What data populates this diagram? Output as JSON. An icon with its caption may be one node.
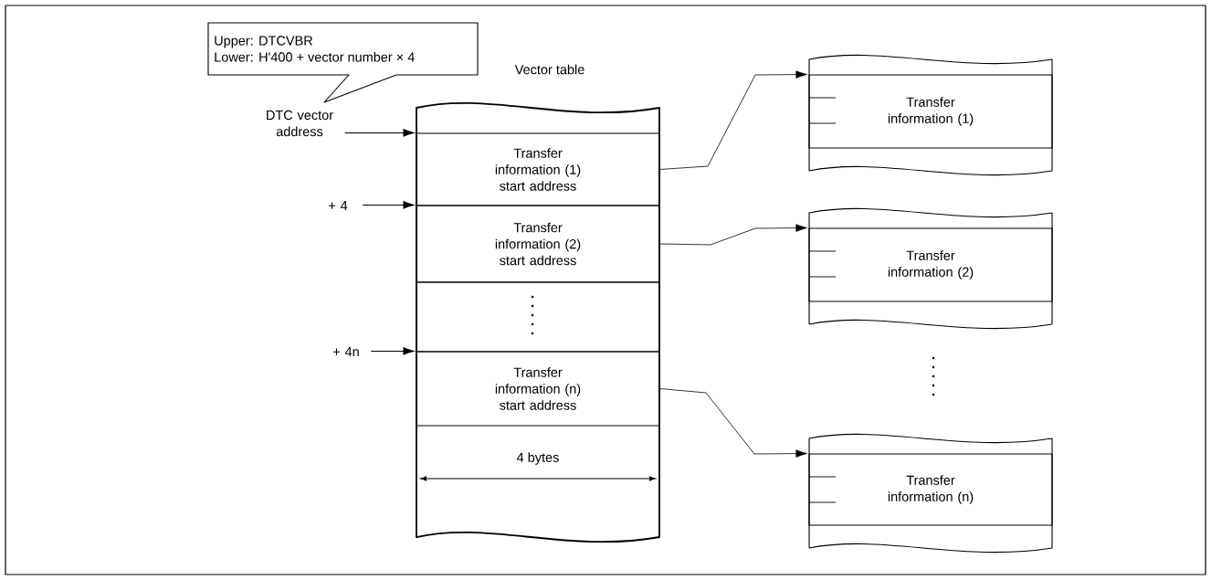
{
  "diagram": {
    "nodes": [
      {
        "text": [
          "Upper: DTCVBR",
          "Lower: H'400 + vector number × 4"
        ]
      },
      {
        "text": [
          "DTC vector address"
        ]
      },
      {
        "text": [
          "+ 4"
        ]
      },
      {
        "text": [
          "+ 4n"
        ]
      },
      {
        "text": [
          "Vector table"
        ]
      },
      {
        "text": [
          "Transfer information (1) start address"
        ],
        "in": 4
      },
      {
        "text": [
          "Transfer information (2) start address"
        ],
        "in": 4
      },
      {
        "text": [],
        "shape": "box",
        "in": 4
      },
      {
        "text": [
          "Transfer information (n) start address"
        ],
        "in": 4
      },
      {
        "text": [
          "Transfer information (1)"
        ]
      },
      {
        "text": [
          "Transfer information (2)"
        ]
      },
      {
        "text": [
          "Transfer information (n)"
        ]
      }
    ],
    "edges": [
      {
        "from": 1,
        "to": 5,
        "arrow": "to"
      },
      {
        "from": 2,
        "to": 6,
        "arrow": "to"
      },
      {
        "from": 3,
        "to": 8,
        "arrow": "to"
      },
      {
        "from": 5,
        "to": 9,
        "arrow": "to"
      },
      {
        "from": 6,
        "to": 10,
        "arrow": "to"
      },
      {
        "from": 8,
        "to": 11,
        "arrow": "to"
      }
    ],
    "labels": [
      "4 bytes"
    ]
  }
}
